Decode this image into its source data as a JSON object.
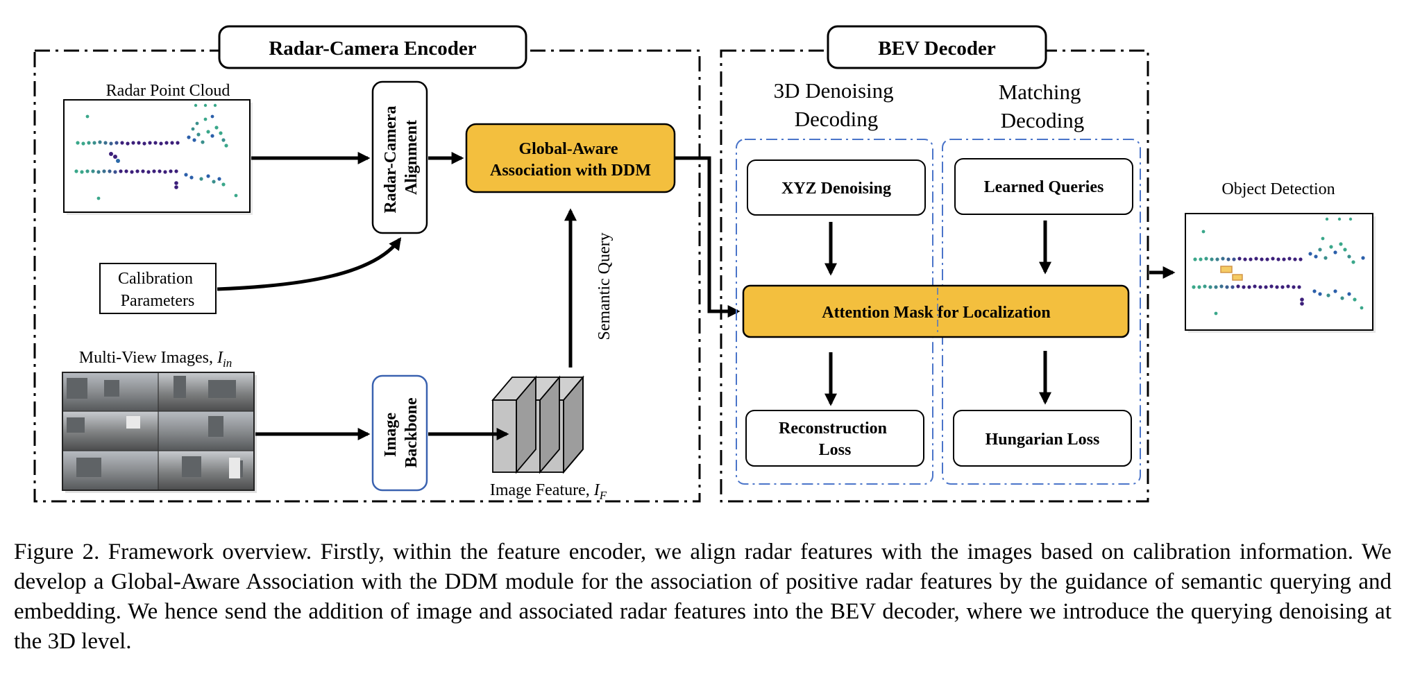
{
  "encoder": {
    "title": "Radar-Camera Encoder",
    "radar_label": "Radar Point Cloud",
    "alignment_label_1": "Radar-Camera",
    "alignment_label_2": "Alignment",
    "calibration_line1": "Calibration",
    "calibration_line2": "Parameters",
    "images_label": "Multi-View Images, ",
    "images_symbol": "I",
    "images_sub": "in",
    "backbone_line1": "Image",
    "backbone_line2": "Backbone",
    "feature_label": "Image Feature, ",
    "feature_symbol": "I",
    "feature_sub": "F",
    "semantic_query": "Semantic Query",
    "gaa_line1": "Global-Aware",
    "gaa_line2": "Association with DDM"
  },
  "decoder": {
    "title": "BEV Decoder",
    "denoising_col_line1": "3D Denoising",
    "denoising_col_line2": "Decoding",
    "matching_col_line1": "Matching",
    "matching_col_line2": "Decoding",
    "xyz": "XYZ Denoising",
    "learned": "Learned Queries",
    "attention": "Attention Mask for Localization",
    "recon_line1": "Reconstruction",
    "recon_line2": "Loss",
    "hungarian": "Hungarian Loss"
  },
  "output": {
    "label": "Object Detection"
  },
  "caption": "Figure 2. Framework overview. Firstly, within the feature encoder, we align radar features with the images based on calibration information. We develop a Global-Aware Association with the DDM module for the association of positive radar features by the guidance of semantic querying and embedding. We hence send the addition of image and associated radar features into the BEV decoder, where we introduce the querying denoising at the 3D level.",
  "colors": {
    "highlight": "#f3bf3e",
    "dashed_blue": "#4a74c9",
    "backbone_border": "#3a62b0"
  }
}
